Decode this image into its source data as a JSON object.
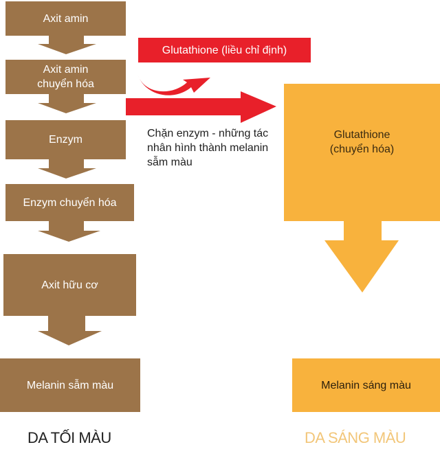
{
  "colors": {
    "dark_path": "#9c7449",
    "light_path": "#f8b23d",
    "glutathione_red": "#e8202a",
    "light_label": "#f2c679"
  },
  "dark_path": {
    "steps": [
      {
        "label": "Axit amin"
      },
      {
        "label": "Axit amin\nchuyển hóa"
      },
      {
        "label": "Enzym"
      },
      {
        "label": "Enzym chuyển hóa"
      },
      {
        "label": "Axit hữu cơ"
      },
      {
        "label": "Melanin sẫm màu"
      }
    ],
    "footer": "DA TỐI MÀU"
  },
  "intervention": {
    "label": "Glutathione (liều chỉ định)",
    "note": "Chặn enzym - những tác nhân hình thành melanin sẫm màu"
  },
  "light_path": {
    "steps": [
      {
        "label": "Glutathione\n(chuyển hóa)"
      },
      {
        "label": "Melanin sáng màu"
      }
    ],
    "footer": "DA SÁNG MÀU"
  }
}
